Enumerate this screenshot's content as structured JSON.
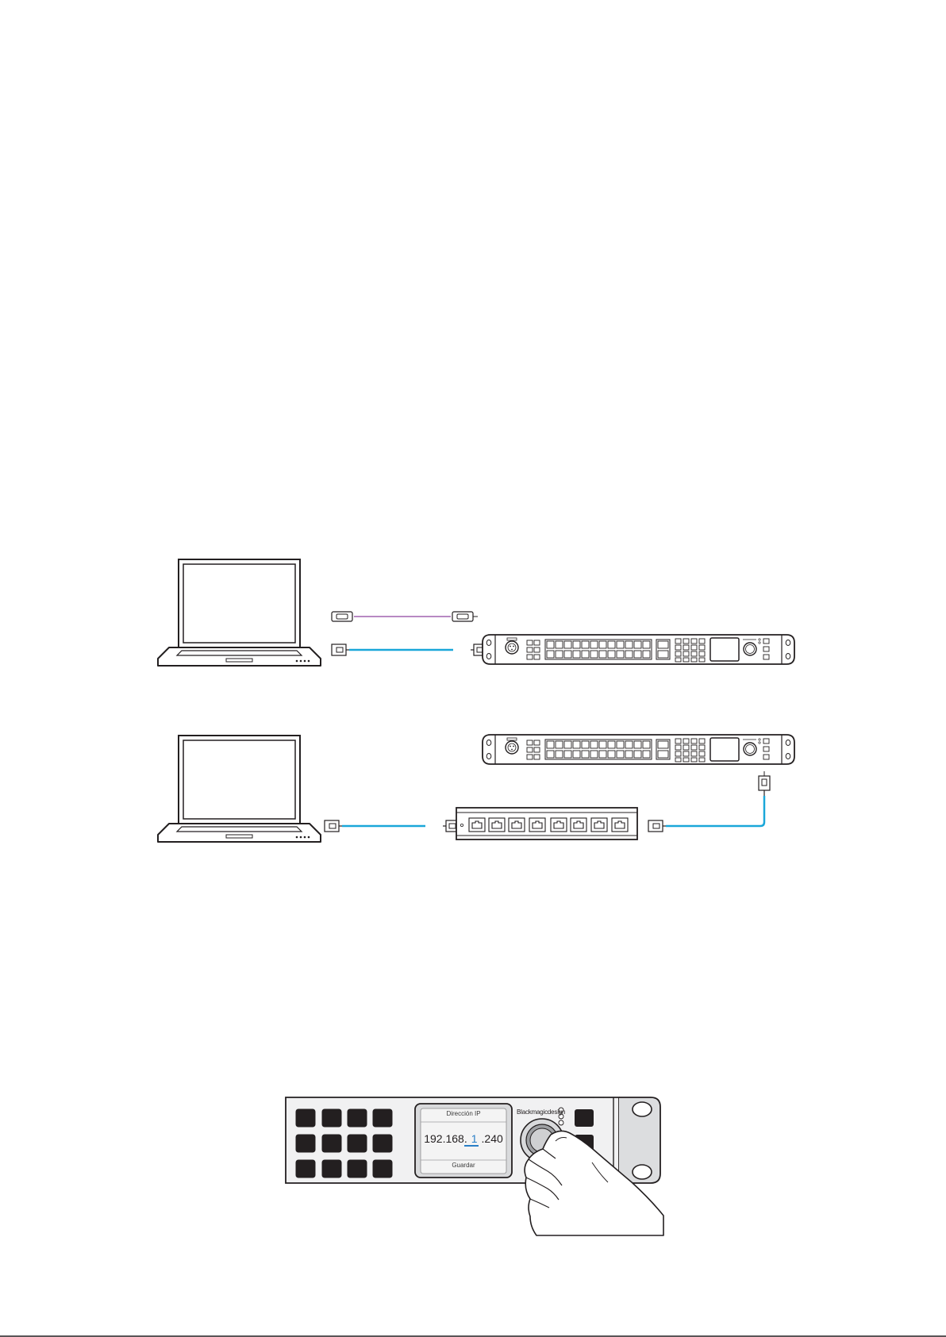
{
  "device_panel": {
    "brand": "Blackmagicdesign",
    "lcd_title": "Dirección IP",
    "ip_prefix": "192.168.",
    "ip_field": "1",
    "ip_suffix": ".240",
    "lcd_action": "Guardar"
  },
  "colors": {
    "ethernet_cable": "#1aa7d9",
    "usb_cable": "#b889c3",
    "ip_field_highlight": "#2a7fc7",
    "line": "#231f20"
  },
  "footer": {
    "divider": true
  }
}
